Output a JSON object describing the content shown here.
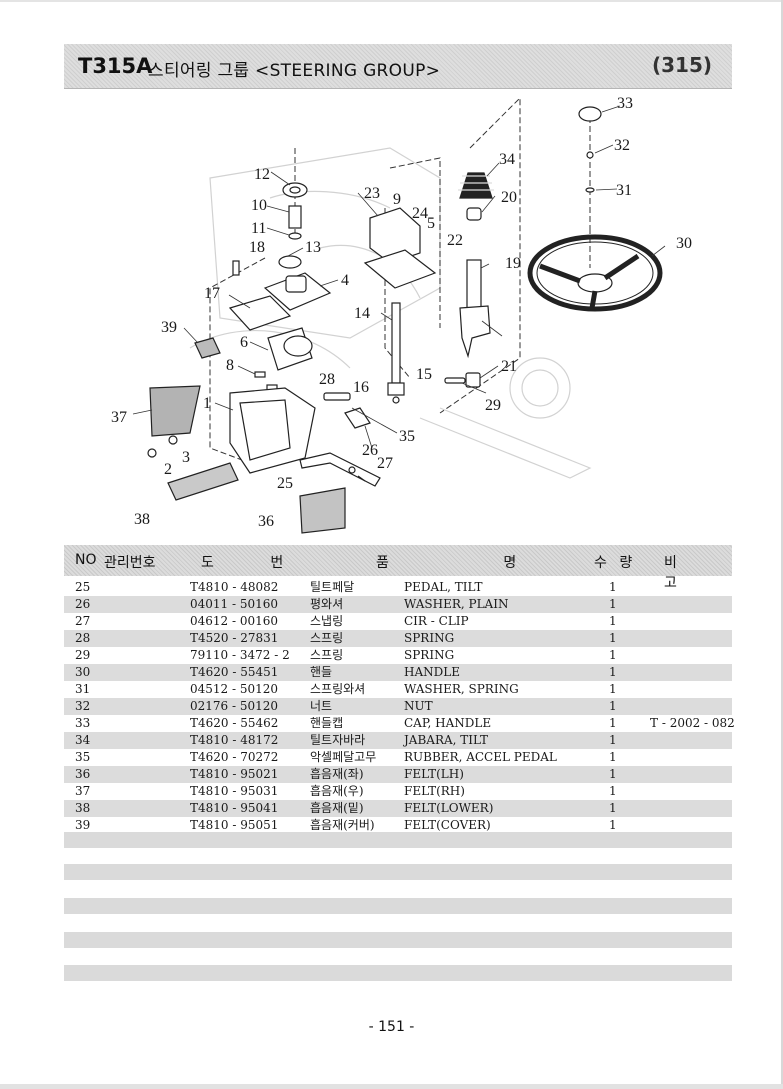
{
  "header": {
    "code": "T315A",
    "title": "스티어링 그룹 <STEERING GROUP>",
    "page_ref": "(315)"
  },
  "diagram": {
    "callouts": [
      "12",
      "10",
      "11",
      "18",
      "17",
      "39",
      "6",
      "8",
      "37",
      "1",
      "2",
      "3",
      "38",
      "13",
      "4",
      "14",
      "23",
      "9",
      "24",
      "5",
      "22",
      "28",
      "16",
      "15",
      "25",
      "26",
      "27",
      "36",
      "35",
      "34",
      "20",
      "19",
      "21",
      "29",
      "33",
      "32",
      "31",
      "30"
    ]
  },
  "table": {
    "columns": {
      "no": "NO",
      "mgmt": "관리번호",
      "drawing": "도 번",
      "name": "품 명",
      "qty": "수 량",
      "remark": "비 고"
    },
    "rows": [
      {
        "no": "25",
        "part": "T4810 - 48082",
        "kr": "틸트페달",
        "en": "PEDAL, TILT",
        "qty": "1",
        "remark": ""
      },
      {
        "no": "26",
        "part": "04011 - 50160",
        "kr": "평와셔",
        "en": "WASHER, PLAIN",
        "qty": "1",
        "remark": ""
      },
      {
        "no": "27",
        "part": "04612 - 00160",
        "kr": "스냅링",
        "en": "CIR - CLIP",
        "qty": "1",
        "remark": ""
      },
      {
        "no": "28",
        "part": "T4520 - 27831",
        "kr": "스프링",
        "en": "SPRING",
        "qty": "1",
        "remark": ""
      },
      {
        "no": "29",
        "part": "79110 - 3472 - 2",
        "kr": "스프링",
        "en": "SPRING",
        "qty": "1",
        "remark": ""
      },
      {
        "no": "30",
        "part": "T4620 - 55451",
        "kr": "핸들",
        "en": "HANDLE",
        "qty": "1",
        "remark": ""
      },
      {
        "no": "31",
        "part": "04512 - 50120",
        "kr": "스프링와셔",
        "en": "WASHER, SPRING",
        "qty": "1",
        "remark": ""
      },
      {
        "no": "32",
        "part": "02176 - 50120",
        "kr": "너트",
        "en": "NUT",
        "qty": "1",
        "remark": ""
      },
      {
        "no": "33",
        "part": "T4620 - 55462",
        "kr": "핸들캡",
        "en": "CAP, HANDLE",
        "qty": "1",
        "remark": "T - 2002 - 082"
      },
      {
        "no": "34",
        "part": "T4810 - 48172",
        "kr": "틸트자바라",
        "en": "JABARA, TILT",
        "qty": "1",
        "remark": ""
      },
      {
        "no": "35",
        "part": "T4620 - 70272",
        "kr": "악셀페달고무",
        "en": "RUBBER, ACCEL PEDAL",
        "qty": "1",
        "remark": ""
      },
      {
        "no": "36",
        "part": "T4810 - 95021",
        "kr": "흡음재(좌)",
        "en": "FELT(LH)",
        "qty": "1",
        "remark": ""
      },
      {
        "no": "37",
        "part": "T4810 - 95031",
        "kr": "흡음재(우)",
        "en": "FELT(RH)",
        "qty": "1",
        "remark": ""
      },
      {
        "no": "38",
        "part": "T4810 - 95041",
        "kr": "흡음재(밑)",
        "en": "FELT(LOWER)",
        "qty": "1",
        "remark": ""
      },
      {
        "no": "39",
        "part": "T4810 - 95051",
        "kr": "흡음재(커버)",
        "en": "FELT(COVER)",
        "qty": "1",
        "remark": ""
      }
    ]
  },
  "footer": {
    "page_number": "- 151 -"
  }
}
